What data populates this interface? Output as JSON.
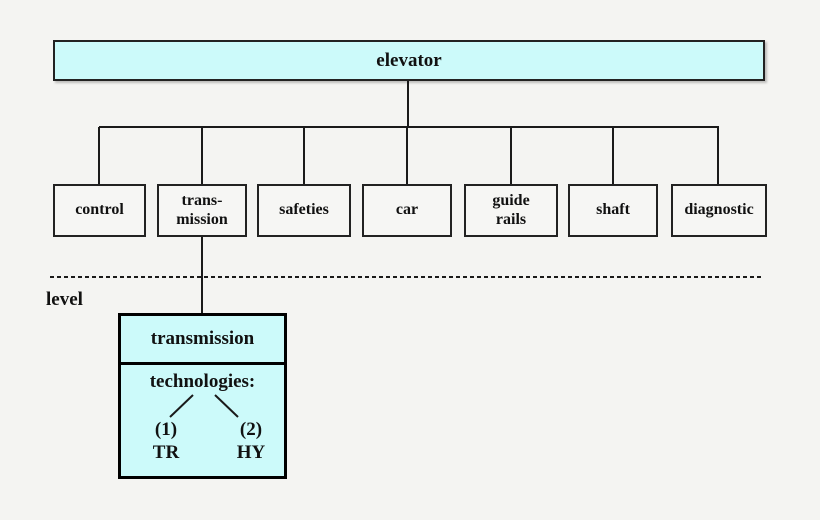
{
  "tree": {
    "root": {
      "label": "elevator"
    },
    "children": [
      {
        "id": "control",
        "lines": [
          "control"
        ]
      },
      {
        "id": "transmission",
        "lines": [
          "trans-",
          "mission"
        ]
      },
      {
        "id": "safeties",
        "lines": [
          "safeties"
        ]
      },
      {
        "id": "car",
        "lines": [
          "car"
        ]
      },
      {
        "id": "guide-rails",
        "lines": [
          "guide",
          "rails"
        ]
      },
      {
        "id": "shaft",
        "lines": [
          "shaft"
        ]
      },
      {
        "id": "diagnostic",
        "lines": [
          "diagnostic"
        ]
      }
    ]
  },
  "separator": {
    "label": "level"
  },
  "detail": {
    "title": "transmission",
    "subtitle": "technologies:",
    "options": [
      {
        "index": "(1)",
        "code": "TR"
      },
      {
        "index": "(2)",
        "code": "HY"
      }
    ]
  },
  "colors": {
    "background": "#f4f4f2",
    "node_fill": "#f6f6f4",
    "highlight_fill": "#ccfafa",
    "line_color": "#1a1a1a",
    "border_color": "#222222"
  }
}
